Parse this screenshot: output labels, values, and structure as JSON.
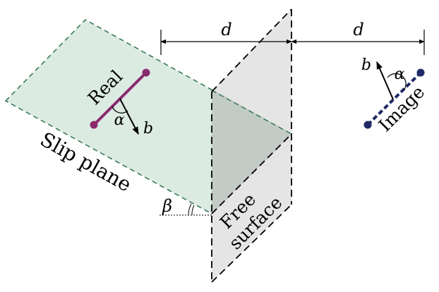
{
  "labels": {
    "dimension_left": "d",
    "dimension_right": "d",
    "real": "Real",
    "image": "Image",
    "slip_plane": "Slip plane",
    "free_surface_line1": "Free",
    "free_surface_line2": "surface",
    "alpha_real": "α",
    "alpha_image": "α",
    "b_real": "b",
    "b_image": "b",
    "beta": "β"
  },
  "colors": {
    "slip_plane_fill": "#dcebe2",
    "slip_plane_edge": "#3a7a58",
    "free_surface_fill": "#dcdcdc",
    "overlap_fill": "#c3cbc6",
    "real_dislocation": "#8a2a6e",
    "image_dislocation": "#1f2a66",
    "ink": "#000000"
  }
}
